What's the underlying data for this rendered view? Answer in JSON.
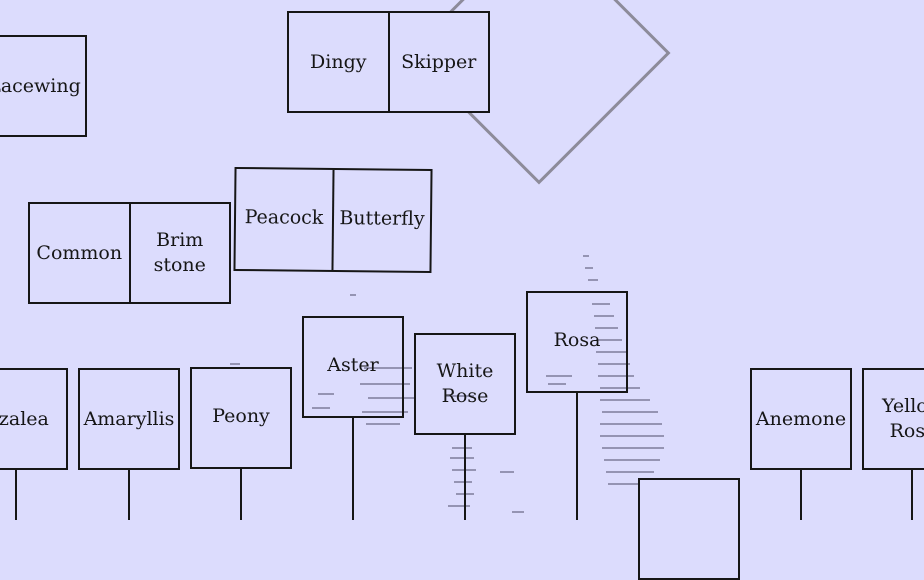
{
  "cards": {
    "lacewing": "Lacewing",
    "common": "Common",
    "brimstone_1": "Brim",
    "brimstone_2": "stone",
    "dingy": "Dingy",
    "skipper": "Skipper",
    "peacock": "Peacock",
    "butterfly": "Butterfly",
    "azalea": "Azalea",
    "amaryllis": "Amaryllis",
    "peony": "Peony",
    "aster": "Aster",
    "white_rose_1": "White",
    "white_rose_2": "Rose",
    "rosa": "Rosa",
    "anemone": "Anemone",
    "yellow_rose_1": "Yellow",
    "yellow_rose_2": "Rose"
  },
  "colors": {
    "background": "#dcdcfd",
    "outline": "#161616",
    "ghost_outline": "#8d8b9a"
  }
}
